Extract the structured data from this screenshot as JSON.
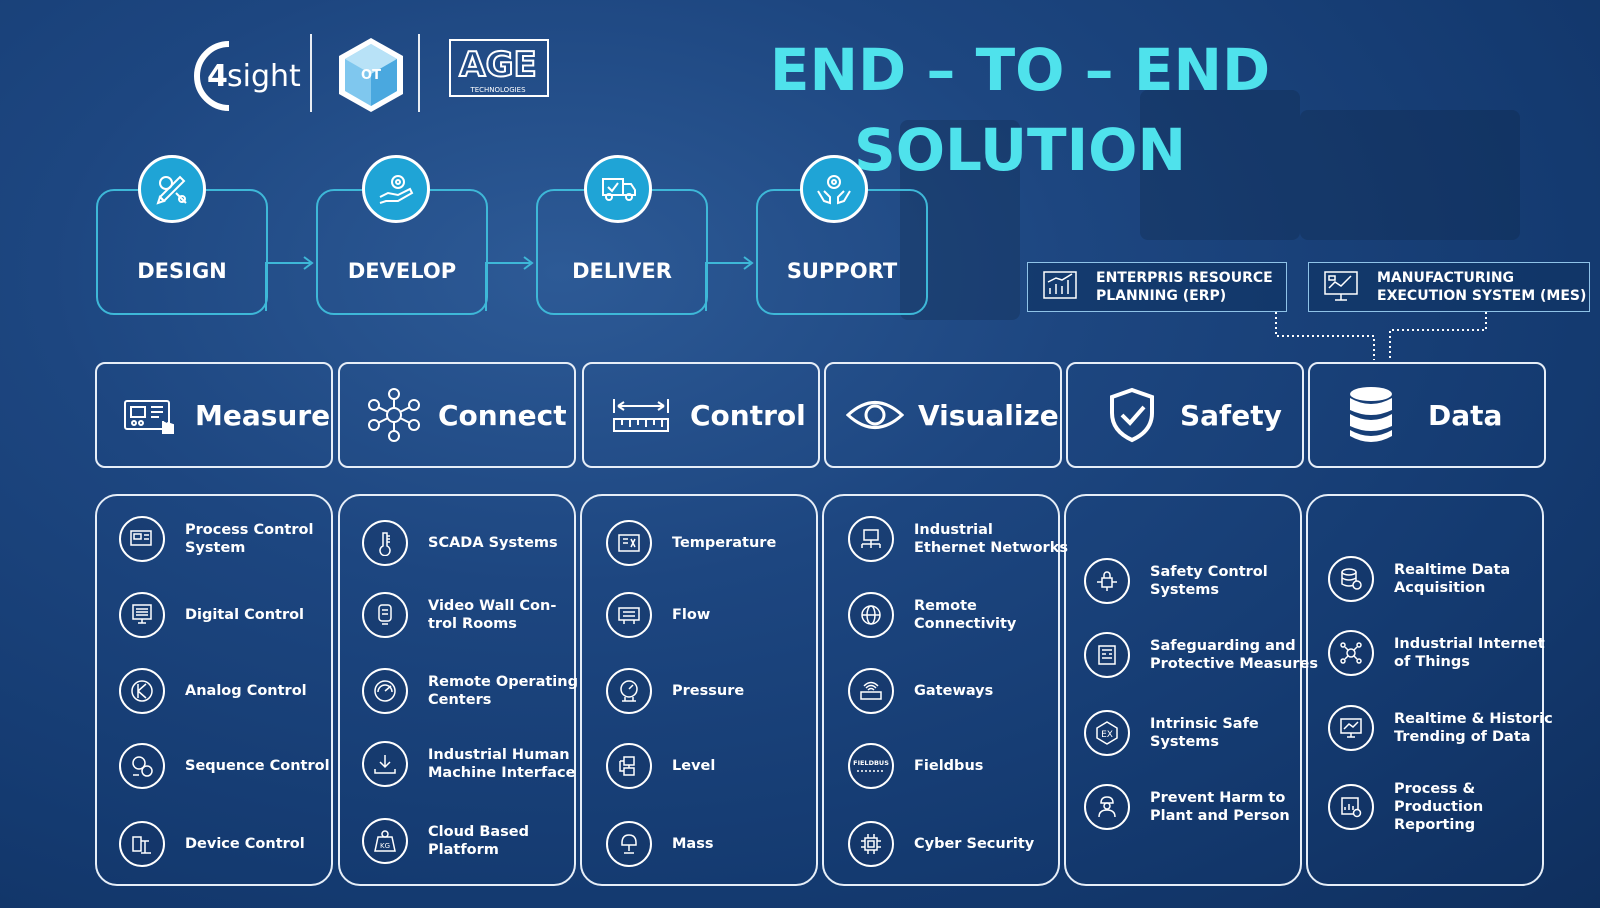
{
  "header": {
    "title": "END – TO – END SOLUTION",
    "logo_4sight": "4sight",
    "logo_ot": "OT",
    "logo_age": "AGE",
    "logo_age_sub": "TECHNOLOGIES"
  },
  "process": [
    {
      "label": "DESIGN",
      "icon": "design-tools-icon"
    },
    {
      "label": "DEVELOP",
      "icon": "hand-gear-icon"
    },
    {
      "label": "DELIVER",
      "icon": "delivery-truck-icon"
    },
    {
      "label": "SUPPORT",
      "icon": "support-hands-icon"
    }
  ],
  "systems": {
    "erp": {
      "line1": "ENTERPRIS RESOURCE",
      "line2": "PLANNING (ERP)"
    },
    "mes": {
      "line1": "MANUFACTURING",
      "line2": "EXECUTION SYSTEM (MES)"
    }
  },
  "categories": [
    {
      "label": "Measure",
      "icon": "control-panel-icon"
    },
    {
      "label": "Connect",
      "icon": "network-nodes-icon"
    },
    {
      "label": "Control",
      "icon": "ruler-icon"
    },
    {
      "label": "Visualize",
      "icon": "eye-icon"
    },
    {
      "label": "Safety",
      "icon": "shield-check-icon"
    },
    {
      "label": "Data",
      "icon": "database-icon"
    }
  ],
  "columns": [
    {
      "items": [
        {
          "line1": "Process Control",
          "line2": "System"
        },
        {
          "line1": "Digital Control",
          "line2": ""
        },
        {
          "line1": "Analog Control",
          "line2": ""
        },
        {
          "line1": "Sequence Control",
          "line2": ""
        },
        {
          "line1": "Device Control",
          "line2": ""
        }
      ]
    },
    {
      "items": [
        {
          "line1": "SCADA Systems",
          "line2": ""
        },
        {
          "line1": "Video Wall Con-",
          "line2": "trol Rooms"
        },
        {
          "line1": "Remote Operating",
          "line2": "Centers"
        },
        {
          "line1": "Industrial Human",
          "line2": "Machine Interface"
        },
        {
          "line1": "Cloud Based",
          "line2": "Platform"
        }
      ]
    },
    {
      "items": [
        {
          "line1": "Temperature",
          "line2": ""
        },
        {
          "line1": "Flow",
          "line2": ""
        },
        {
          "line1": "Pressure",
          "line2": ""
        },
        {
          "line1": "Level",
          "line2": ""
        },
        {
          "line1": "Mass",
          "line2": ""
        }
      ]
    },
    {
      "items": [
        {
          "line1": "Industrial",
          "line2": "Ethernet Networks"
        },
        {
          "line1": "Remote",
          "line2": "Connectivity"
        },
        {
          "line1": "Gateways",
          "line2": ""
        },
        {
          "line1": "Fieldbus",
          "line2": "",
          "icon_text": "FIELDBUS"
        },
        {
          "line1": "Cyber Security",
          "line2": ""
        }
      ]
    },
    {
      "items": [
        {
          "line1": "Safety Control",
          "line2": "Systems"
        },
        {
          "line1": "Safeguarding and",
          "line2": "Protective Measures"
        },
        {
          "line1": "Intrinsic Safe",
          "line2": "Systems",
          "icon_text": "EX"
        },
        {
          "line1": "Prevent Harm to",
          "line2": "Plant and Person"
        }
      ]
    },
    {
      "items": [
        {
          "line1": "Realtime Data",
          "line2": "Acquisition"
        },
        {
          "line1": "Industrial Internet",
          "line2": "of Things"
        },
        {
          "line1": "Realtime & Historic",
          "line2": "Trending of Data"
        },
        {
          "line1": "Process &",
          "line2": "Production",
          "line3": "Reporting"
        }
      ]
    }
  ],
  "colors": {
    "accent": "#4fe2ec",
    "step_circle": "#1fa4d6",
    "step_border": "#3eb8d8",
    "background": "#1d4680"
  }
}
